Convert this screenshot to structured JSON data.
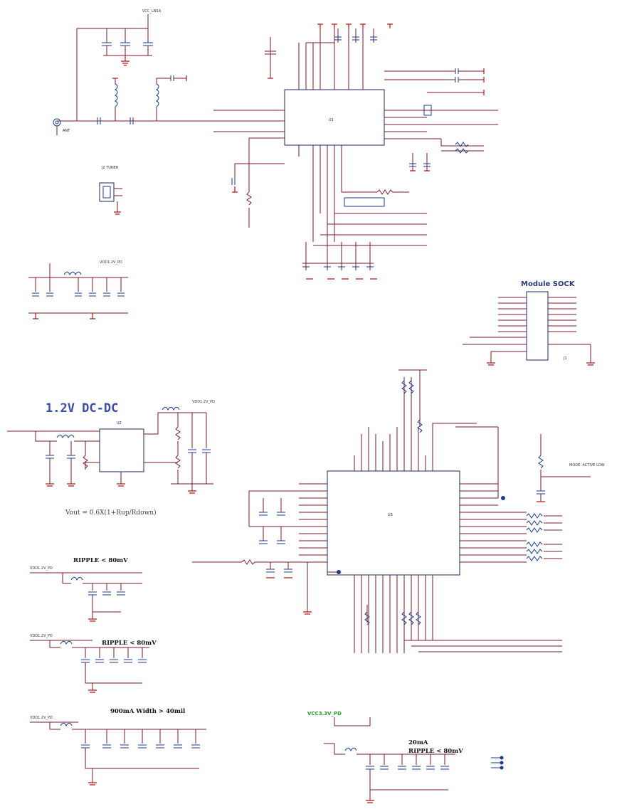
{
  "titles": {
    "dcdc": "1.2V DC-DC",
    "module_sock": "Module SOCK",
    "ripple_1": "RIPPLE < 80mV",
    "ripple_2": "RIPPLE < 80mV",
    "current_note": "900mA Width > 40mil",
    "ripple_3_line1": "20mA",
    "ripple_3_line2": "RIPPLE < 80mV",
    "vcc_label_green": "VCC3.3V_PD",
    "formula": "Vout = 0.6X(1+Rup/Rdown)"
  },
  "nets": {
    "vcc_lna": "VCC_LNSA",
    "vdd": "VDD1.2V_PD",
    "tuner": "J2 TUNER",
    "module_j": "J1",
    "ic_u1": "U1",
    "ic_u2": "U2",
    "ic_u3": "U3",
    "ant": "ANT",
    "mode": "MODE: ACTIVE LOW"
  },
  "colors": {
    "wire": "#7a1a2a",
    "ground": "#b01818",
    "title_blue": "#3a4ea8",
    "green_label": "#2a9a2a"
  }
}
